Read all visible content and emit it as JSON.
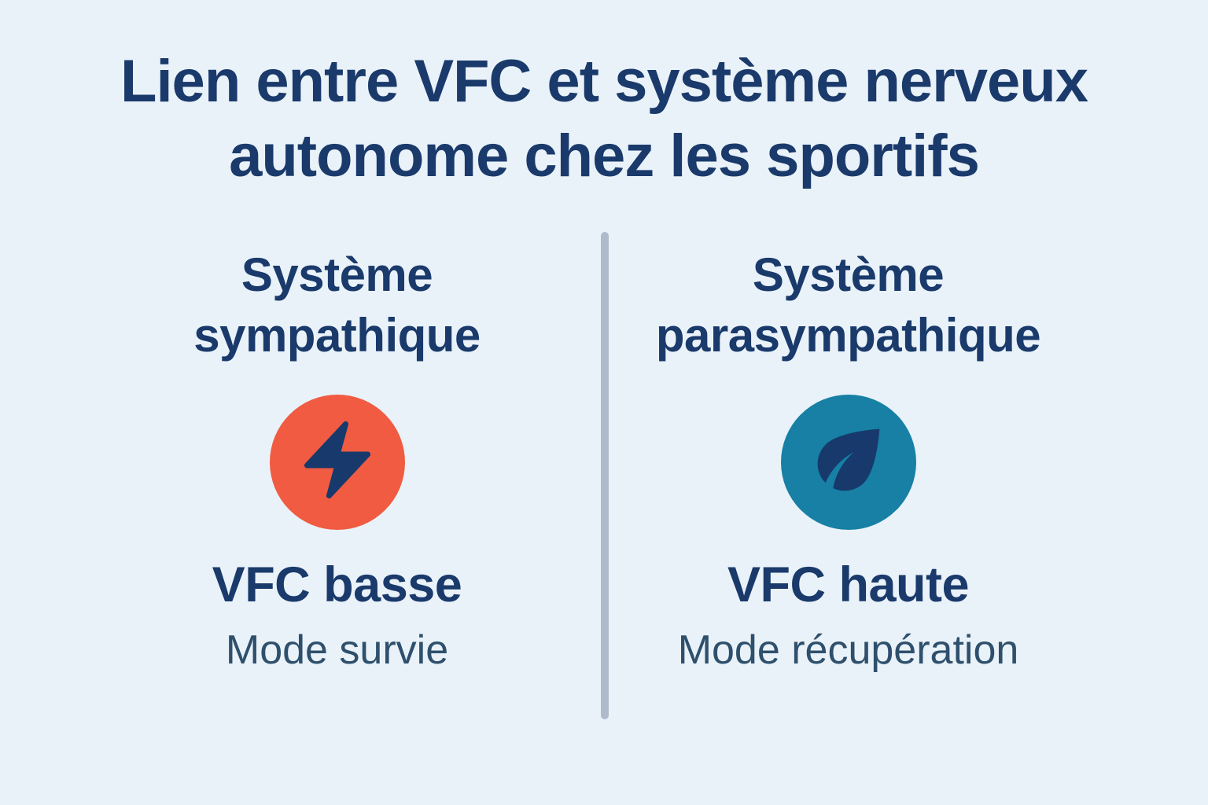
{
  "page": {
    "background_color": "#EAF2F9",
    "title": {
      "full_text": "Lien entre VFC et système nerveux autonome chez les sportifs",
      "line1": "Lien entre VFC et système nerveux",
      "line2": "autonome chez les sportifs"
    }
  },
  "colors": {
    "title_navy": "#1A3A6B",
    "mode_slate": "#2E506C",
    "sympathetic_orange": "#F05B42",
    "parasympathetic_teal": "#1780A4",
    "icon_glyph_navy": "#17396B",
    "divider_gray": "#AFBBCB"
  },
  "columns": {
    "left": {
      "heading": "Système sympathique",
      "icon": "lightning-bolt-icon",
      "icon_bg_color": "#F05B42",
      "vfc_label": "VFC basse",
      "mode_label": "Mode survie"
    },
    "right": {
      "heading": "Système parasympathique",
      "icon": "leaf-icon",
      "icon_bg_color": "#1780A4",
      "vfc_label": "VFC haute",
      "mode_label": "Mode récupération"
    }
  }
}
